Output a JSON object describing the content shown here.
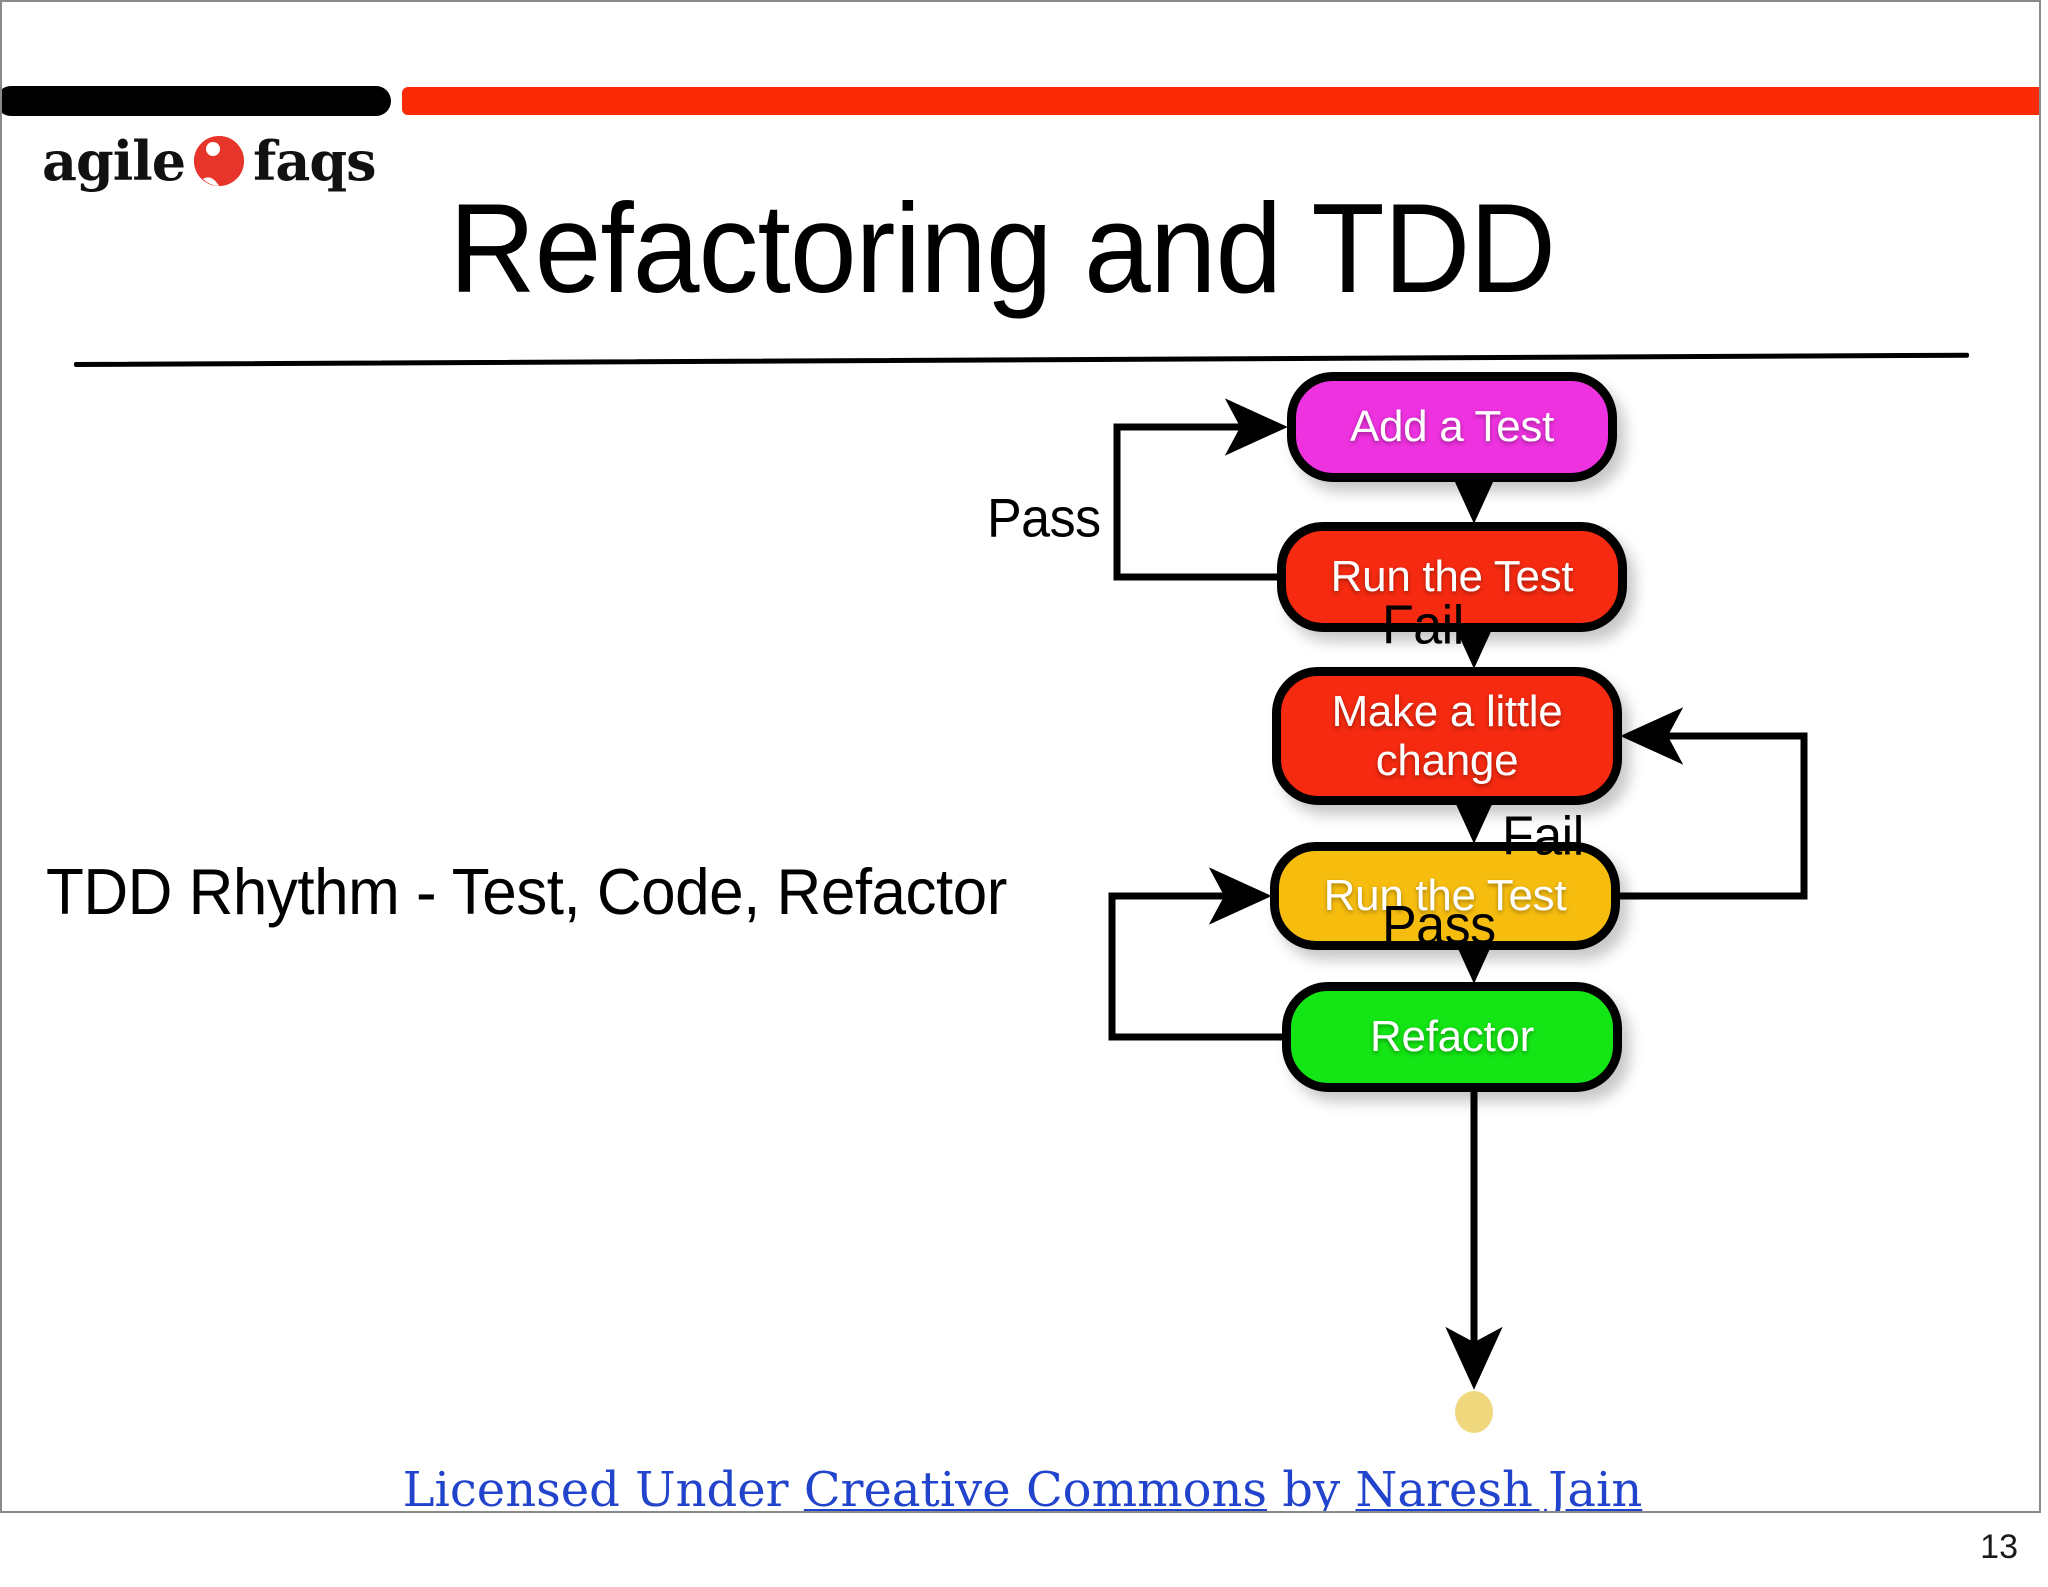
{
  "slide": {
    "title": "Refactoring and TDD",
    "lead_text": "TDD Rhythm - Test, Code, Refactor",
    "page_number": "13"
  },
  "logo": {
    "left_word": "agile",
    "right_word": "faqs",
    "mark_name": "yin-yang-mark",
    "mark_color": "#E8352B"
  },
  "decor": {
    "bar_black_color": "#000000",
    "bar_red_color": "#FA2A06",
    "rule_color": "#000000",
    "border_color": "#8a8a8a"
  },
  "flowchart": {
    "type": "flowchart",
    "start_node": {
      "name": "start-terminal",
      "color": "#EFD87E"
    },
    "end_node": {
      "name": "end-terminal",
      "color": "#EFD87E"
    },
    "nodes": [
      {
        "id": "add-a-test",
        "label": "Add a Test",
        "color": "#EE32E0"
      },
      {
        "id": "run-the-test-1",
        "label": "Run the Test",
        "color": "#F52A10"
      },
      {
        "id": "make-a-change",
        "label": "Make a little change",
        "color": "#F52A10"
      },
      {
        "id": "run-the-test-2",
        "label": "Run the Test",
        "color": "#F6BD0F"
      },
      {
        "id": "refactor",
        "label": "Refactor",
        "color": "#14E514"
      }
    ],
    "edges": [
      {
        "from": "start-terminal",
        "to": "add-a-test",
        "label": ""
      },
      {
        "from": "add-a-test",
        "to": "run-the-test-1",
        "label": ""
      },
      {
        "from": "run-the-test-1",
        "to": "add-a-test",
        "label": "Pass"
      },
      {
        "from": "run-the-test-1",
        "to": "make-a-change",
        "label": "Fail"
      },
      {
        "from": "make-a-change",
        "to": "run-the-test-2",
        "label": ""
      },
      {
        "from": "run-the-test-2",
        "to": "make-a-change",
        "label": "Fail"
      },
      {
        "from": "run-the-test-2",
        "to": "refactor",
        "label": "Pass"
      },
      {
        "from": "refactor",
        "to": "run-the-test-2",
        "label": ""
      },
      {
        "from": "refactor",
        "to": "end-terminal",
        "label": ""
      }
    ],
    "labels": {
      "pass_1": "Pass",
      "fail_1": "Fail",
      "fail_2": "Fail",
      "pass_2": "Pass"
    }
  },
  "footer": {
    "prefix": "Licensed Under ",
    "link_license": "Creative Commons",
    "middle": " by ",
    "link_author": "Naresh Jain"
  }
}
